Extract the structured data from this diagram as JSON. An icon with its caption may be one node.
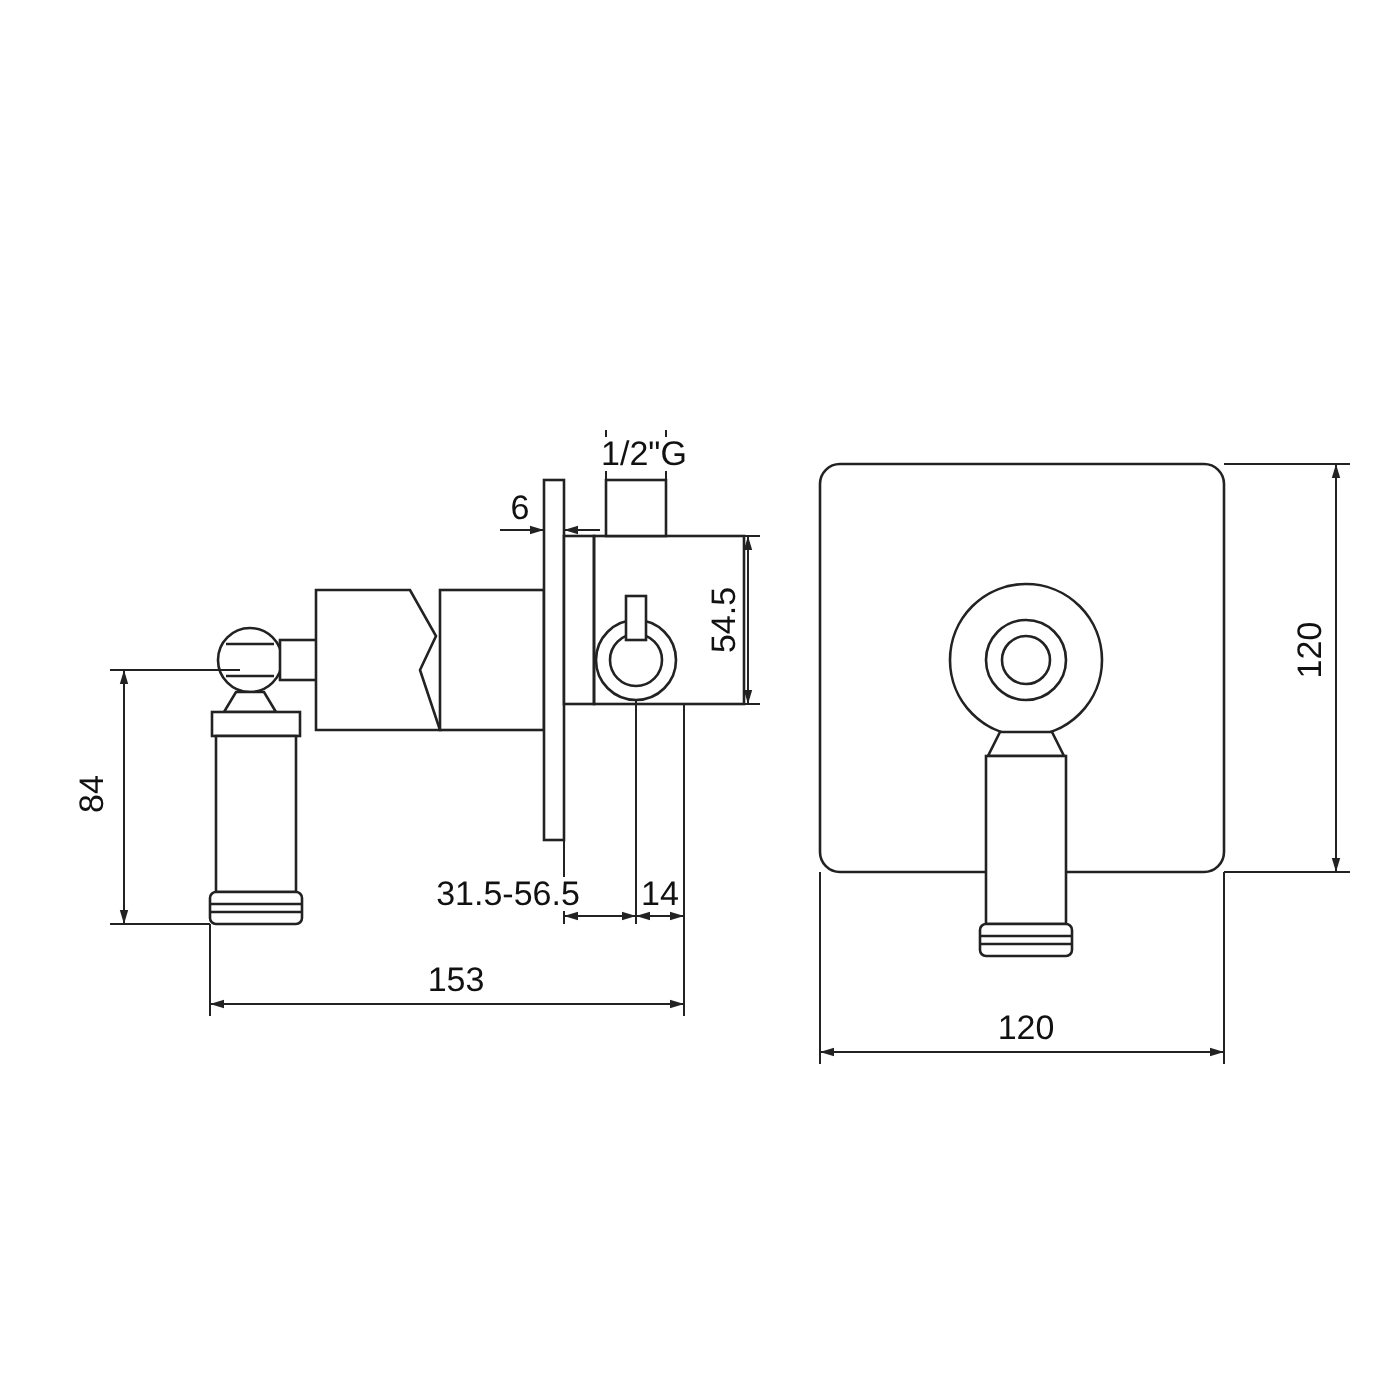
{
  "diagram": {
    "labels": [
      "1/2\"G",
      "6",
      "54.5",
      "120",
      "84",
      "31.5-56.5",
      "14",
      "153",
      "120"
    ]
  }
}
